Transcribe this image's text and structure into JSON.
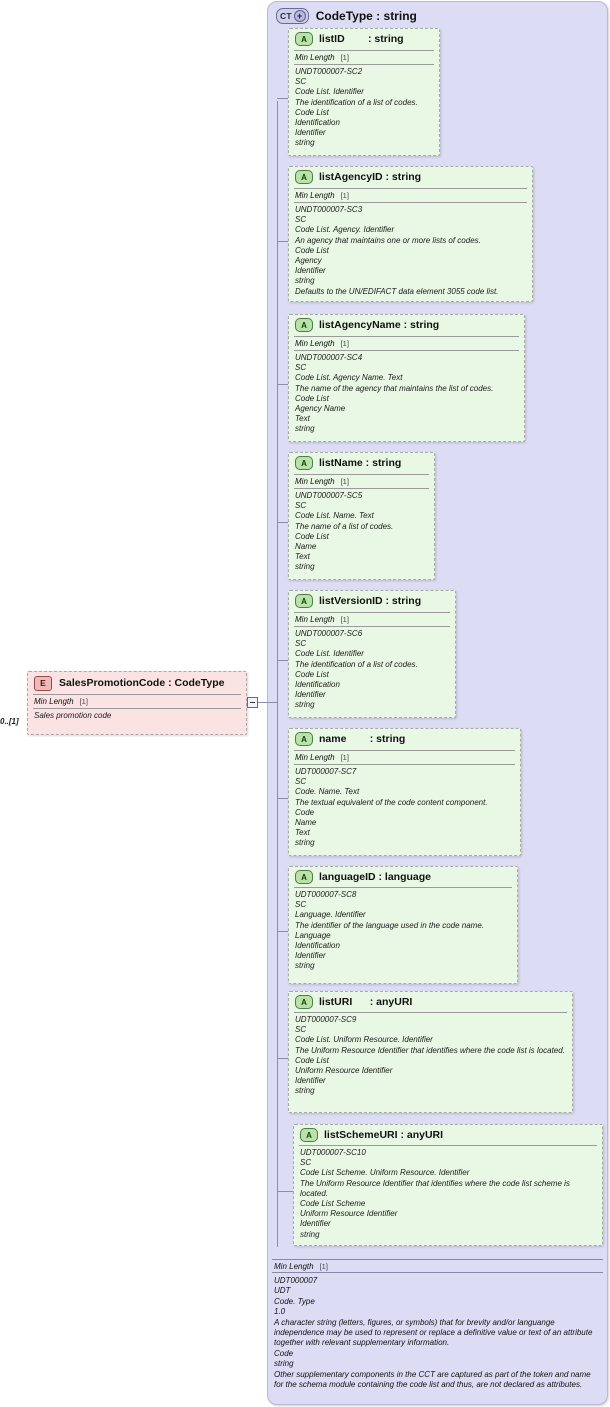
{
  "diagram": {
    "title": "XSD Schema Diagram - SalesPromotionCode : CodeType",
    "colors": {
      "container_fill": "#dcdcf4",
      "attribute_fill": "#e9f8e4",
      "element_fill": "#fbe3e3",
      "line": "#8d8da8"
    }
  },
  "container": {
    "badge": "CT",
    "badge_plus": "+",
    "title": "CodeType : string",
    "min_length_label": "Min Length",
    "min_length_value": "[1]",
    "documentation": [
      "UDT000007",
      "UDT",
      "Code. Type",
      "1.0",
      "A character string (letters, figures, or symbols) that for brevity and/or languange independence may be used to represent or replace a definitive value or text of an attribute together with relevant supplementary information.",
      "Code",
      "string",
      "Other supplementary components in the CCT are captured as part of the token and name for the schema module containing the code list and thus, are not declared as attributes."
    ]
  },
  "element": {
    "badge": "E",
    "name": "SalesPromotionCode : CodeType",
    "cardinality": "0..[1]",
    "min_length_label": "Min Length",
    "min_length_value": "[1]",
    "documentation": "Sales promotion code"
  },
  "attributes": [
    {
      "badge": "A",
      "name": "listID        : string",
      "min_length_label": "Min Length",
      "min_length_value": "[1]",
      "documentation": [
        "UNDT000007-SC2",
        "SC",
        "Code List. Identifier",
        "The identification of a list of codes.",
        "Code List",
        "Identification",
        "Identifier",
        "string"
      ]
    },
    {
      "badge": "A",
      "name": "listAgencyID : string",
      "min_length_label": "Min Length",
      "min_length_value": "[1]",
      "documentation": [
        "UNDT000007-SC3",
        "SC",
        "Code List. Agency. Identifier",
        "An agency that maintains one or more lists of codes.",
        "Code List",
        "Agency",
        "Identifier",
        "string",
        "Defaults to the UN/EDIFACT data element 3055 code list."
      ]
    },
    {
      "badge": "A",
      "name": "listAgencyName : string",
      "min_length_label": "Min Length",
      "min_length_value": "[1]",
      "documentation": [
        "UNDT000007-SC4",
        "SC",
        "Code List. Agency Name. Text",
        "The name of the agency that maintains the list of codes.",
        "Code List",
        "Agency Name",
        "Text",
        "string"
      ]
    },
    {
      "badge": "A",
      "name": "listName : string",
      "min_length_label": "Min Length",
      "min_length_value": "[1]",
      "documentation": [
        "UNDT000007-SC5",
        "SC",
        "Code List. Name. Text",
        "The name of a list of codes.",
        "Code List",
        "Name",
        "Text",
        "string"
      ]
    },
    {
      "badge": "A",
      "name": "listVersionID : string",
      "min_length_label": "Min Length",
      "min_length_value": "[1]",
      "documentation": [
        "UNDT000007-SC6",
        "SC",
        "Code List. Identifier",
        "The identification of a list of codes.",
        "Code List",
        "Identification",
        "Identifier",
        "string"
      ]
    },
    {
      "badge": "A",
      "name": "name        : string",
      "min_length_label": "Min Length",
      "min_length_value": "[1]",
      "documentation": [
        "UDT000007-SC7",
        "SC",
        "Code. Name. Text",
        "The textual equivalent of the code content component.",
        "Code",
        "Name",
        "Text",
        "string"
      ]
    },
    {
      "badge": "A",
      "name": "languageID : language",
      "min_length_label": "",
      "min_length_value": "",
      "documentation": [
        "UDT000007-SC8",
        "SC",
        "Language. Identifier",
        "The identifier of the language used in the code name.",
        "Language",
        "Identification",
        "Identifier",
        "string"
      ]
    },
    {
      "badge": "A",
      "name": "listURI      : anyURI",
      "min_length_label": "",
      "min_length_value": "",
      "documentation": [
        "UDT000007-SC9",
        "SC",
        "Code List. Uniform Resource. Identifier",
        "The Uniform Resource Identifier that identifies where the code list is located.",
        "Code List",
        "Uniform Resource Identifier",
        "Identifier",
        "string"
      ]
    },
    {
      "badge": "A",
      "name": "listSchemeURI : anyURI",
      "min_length_label": "",
      "min_length_value": "",
      "documentation": [
        "UDT000007-SC10",
        "SC",
        "Code List Scheme. Uniform Resource. Identifier",
        "The Uniform Resource Identifier that identifies where the code list scheme is located.",
        "Code List Scheme",
        "Uniform Resource Identifier",
        "Identifier",
        "string"
      ]
    }
  ]
}
